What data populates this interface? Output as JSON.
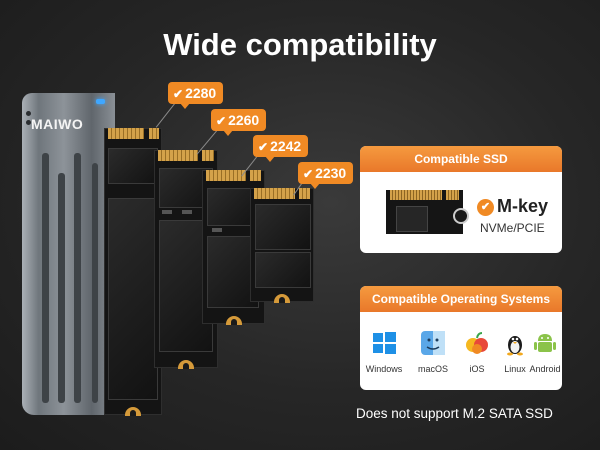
{
  "title": "Wide compatibility",
  "brand": "MAIWO",
  "sizes": [
    {
      "label": "2280"
    },
    {
      "label": "2260"
    },
    {
      "label": "2242"
    },
    {
      "label": "2230"
    }
  ],
  "ssd_panel": {
    "header": "Compatible SSD",
    "key": "M-key",
    "protocol": "NVMe/PCIE"
  },
  "os_panel": {
    "header": "Compatible Operating Systems",
    "items": [
      {
        "label": "Windows",
        "icon": "windows-icon"
      },
      {
        "label": "macOS",
        "icon": "macos-icon"
      },
      {
        "label": "iOS",
        "icon": "ios-icon"
      },
      {
        "label": "Linux",
        "icon": "linux-icon"
      },
      {
        "label": "Android",
        "icon": "android-icon"
      }
    ]
  },
  "footnote": "Does not support M.2 SATA SSD",
  "colors": {
    "accent": "#f08a24",
    "background": "#2a2a2a",
    "gold_contacts": "#d4a24a"
  }
}
